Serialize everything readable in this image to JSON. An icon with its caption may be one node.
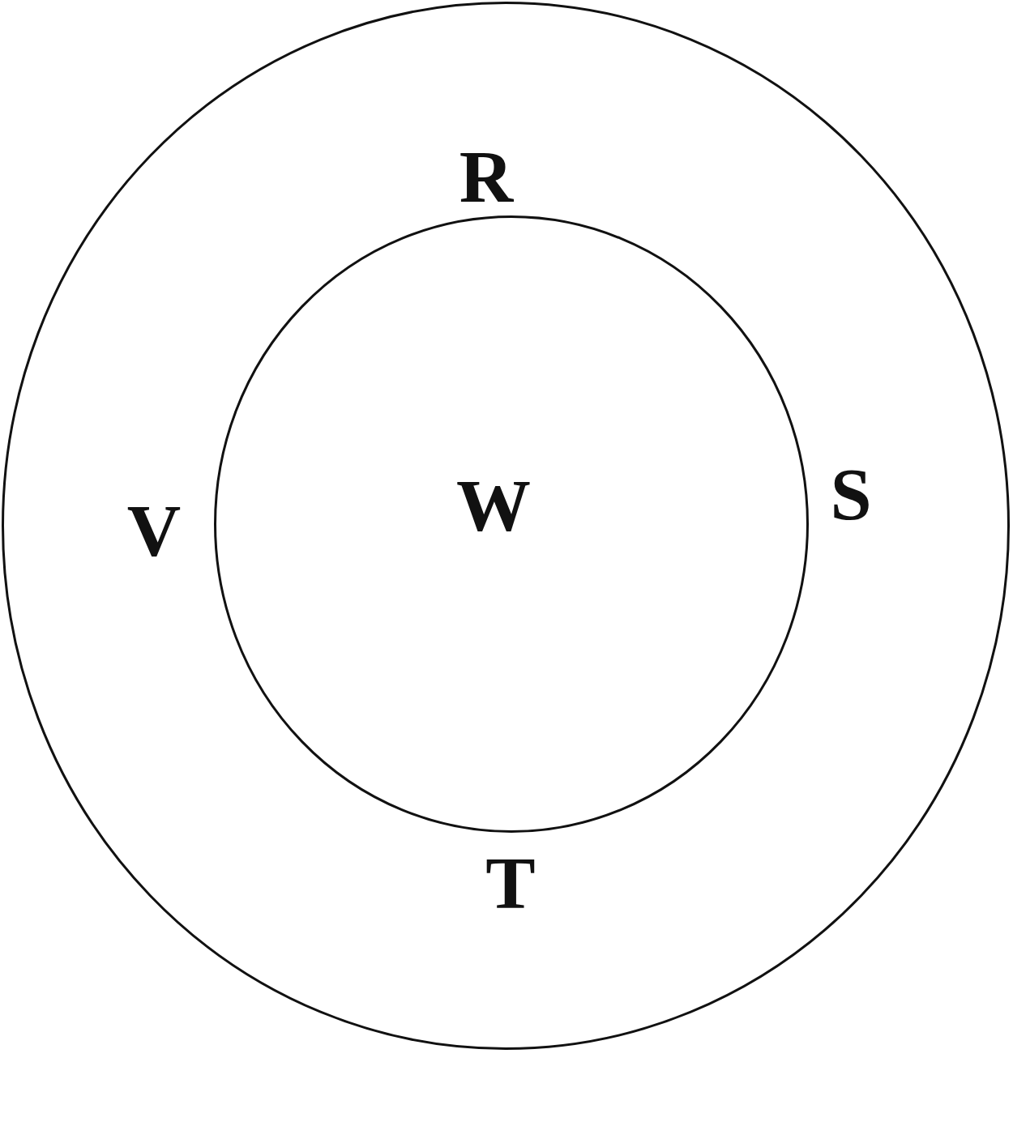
{
  "diagram": {
    "nodes": [
      {
        "text": [],
        "shape": "circle"
      },
      {
        "text": [
          "W"
        ],
        "in": 0
      }
    ],
    "labels": [
      "R",
      "V",
      "S",
      "T"
    ]
  }
}
